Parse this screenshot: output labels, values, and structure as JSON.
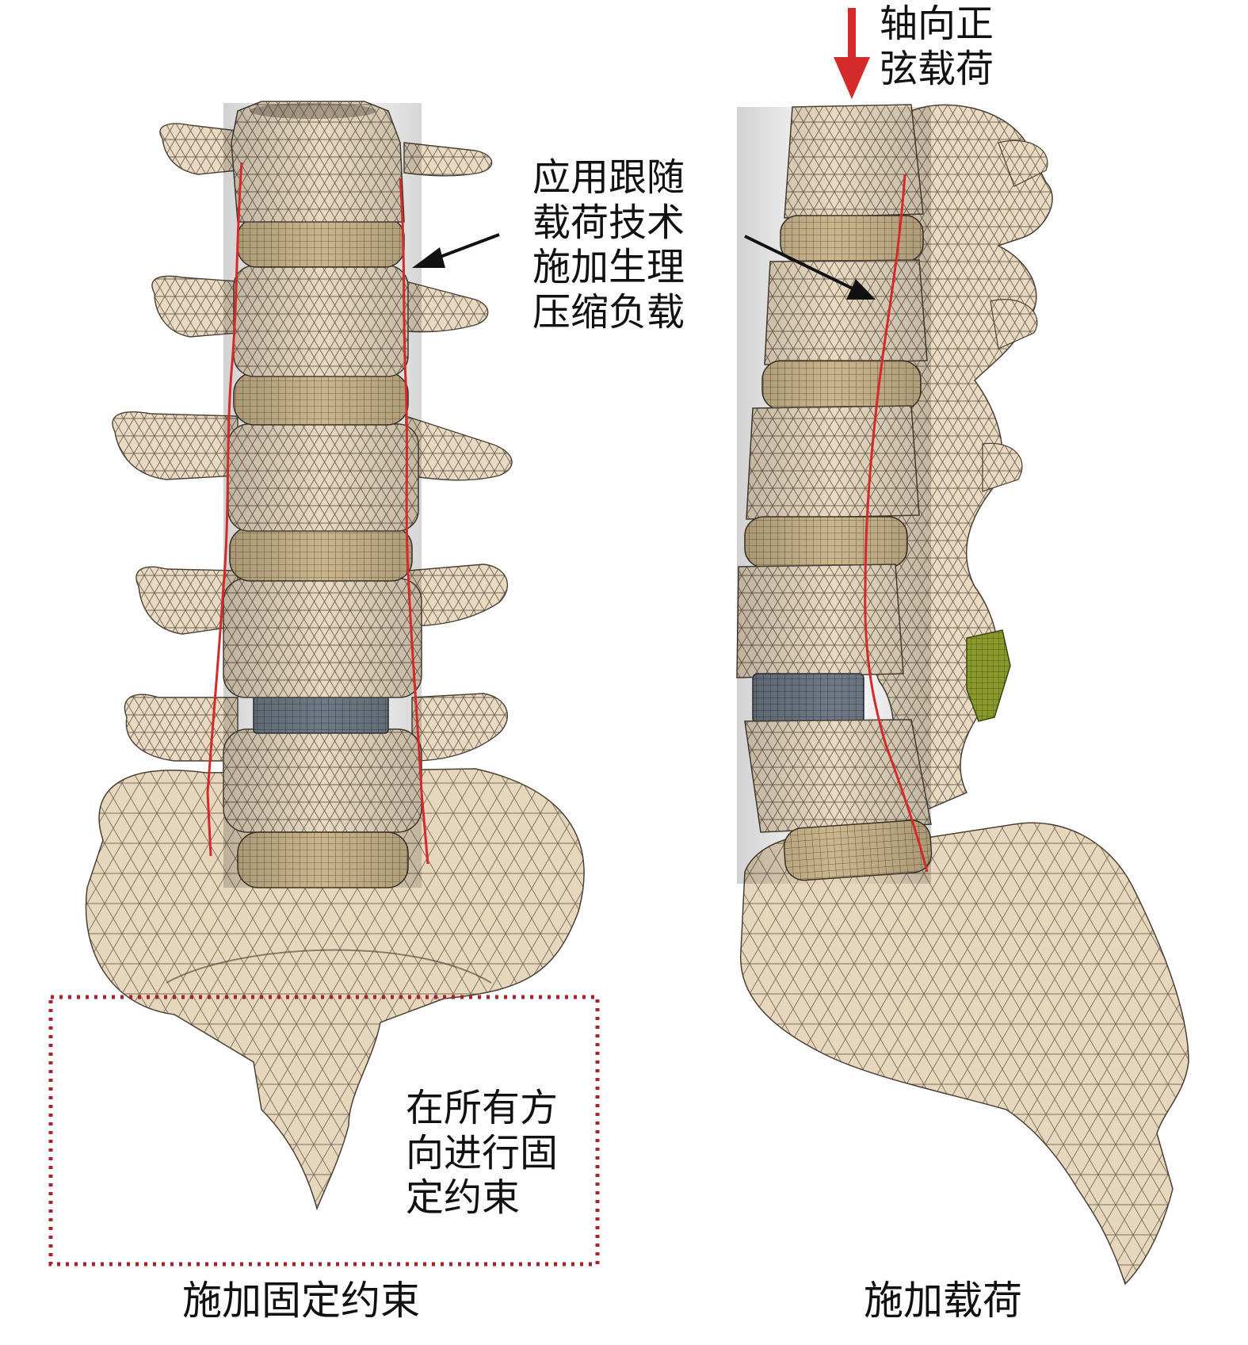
{
  "colors": {
    "bone": "#e8d9c0",
    "bone_shade": "#cdb897",
    "mesh": "#4a4036",
    "disc": "#cbb58c",
    "implant": "#6f7a86",
    "cage": "#8a9a2a",
    "load_line": "#d42a2a",
    "constraint_box": "#a8242c",
    "arrow_black": "#111111"
  },
  "icons": {
    "load_arrow": "red-down-arrow-icon",
    "pointer_left": "black-arrow-icon",
    "pointer_right": "black-arrow-icon"
  },
  "annotations": {
    "axial_load": "轴向正\n弦载荷",
    "follower_load": "应用跟随\n载荷技术\n施加生理\n压缩负载",
    "fixed_constraint": "在所有方\n向进行固\n定约束"
  },
  "captions": {
    "left": "施加固定约束",
    "right": "施加载荷"
  }
}
